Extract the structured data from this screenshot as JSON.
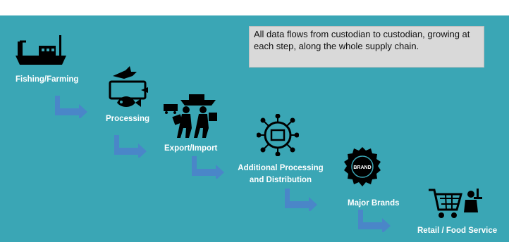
{
  "note": {
    "text": "All data flows from custodian to custodian, growing at each step, along the whole supply chain."
  },
  "stages": [
    {
      "label": "Fishing/Farming",
      "icon": "fishing-boat-icon"
    },
    {
      "label": "Processing",
      "icon": "fish-processing-icon"
    },
    {
      "label": "Export/Import",
      "icon": "shipping-workers-icon"
    },
    {
      "label_line1": "Additional Processing",
      "label_line2": "and Distribution",
      "icon": "distribution-hub-icon"
    },
    {
      "label": "Major Brands",
      "icon": "brand-badge-icon",
      "badge_text": "BRAND"
    },
    {
      "label": "Retail / Food Service",
      "icon": "cart-waiter-icon"
    }
  ],
  "colors": {
    "background": "#3aa6b5",
    "arrow_fill": "#4a86c8",
    "icon": "#000000",
    "label": "#ffffff",
    "note_box": "#d9d9d9"
  }
}
